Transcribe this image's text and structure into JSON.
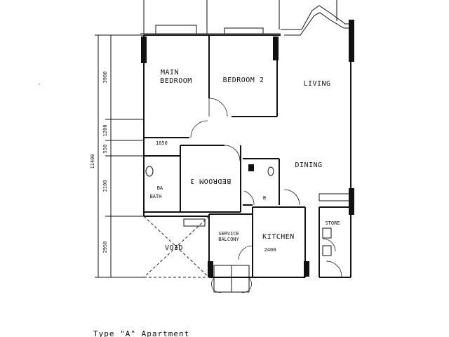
{
  "rooms": {
    "main_bedroom_line1": "MAIN",
    "main_bedroom_line2": "BEDROOM",
    "bedroom2": "BEDROOM 2",
    "living": "LIVING",
    "dining": "DINING",
    "bedroom3": "BEDROOM 3",
    "bath1_line1": "BA",
    "bath1_line2": "BATH",
    "bath2": "B",
    "void": "VOID",
    "service_balcony_line1": "SERVICE",
    "service_balcony_line2": "BALCONY",
    "kitchen": "KITCHEN",
    "store": "STORE"
  },
  "dimensions": {
    "overall": "11400",
    "seg1": "3900",
    "seg2": "1200",
    "seg3": "550",
    "seg4": "2100",
    "seg5": "2950",
    "width1": "1650",
    "width_kitchen": "2400"
  },
  "caption": "Type \"A\" Apartment"
}
